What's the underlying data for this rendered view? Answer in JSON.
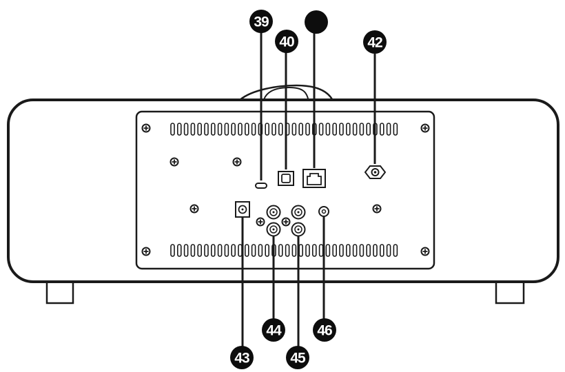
{
  "callouts": [
    {
      "id": "c39",
      "label": "39",
      "port": "usb-c-port"
    },
    {
      "id": "c40",
      "label": "40",
      "port": "optical-port"
    },
    {
      "id": "c41",
      "label": "",
      "port": "ethernet-port"
    },
    {
      "id": "c42",
      "label": "42",
      "port": "antenna-connector"
    },
    {
      "id": "c43",
      "label": "43",
      "port": "dc-power-jack"
    },
    {
      "id": "c44",
      "label": "44",
      "port": "rca-jacks-left"
    },
    {
      "id": "c45",
      "label": "45",
      "port": "rca-jacks-right"
    },
    {
      "id": "c46",
      "label": "46",
      "port": "headphone-jack"
    }
  ],
  "colors": {
    "line": "#1a1a1a",
    "fill": "#ffffff",
    "callout": "#0d0d0d"
  }
}
